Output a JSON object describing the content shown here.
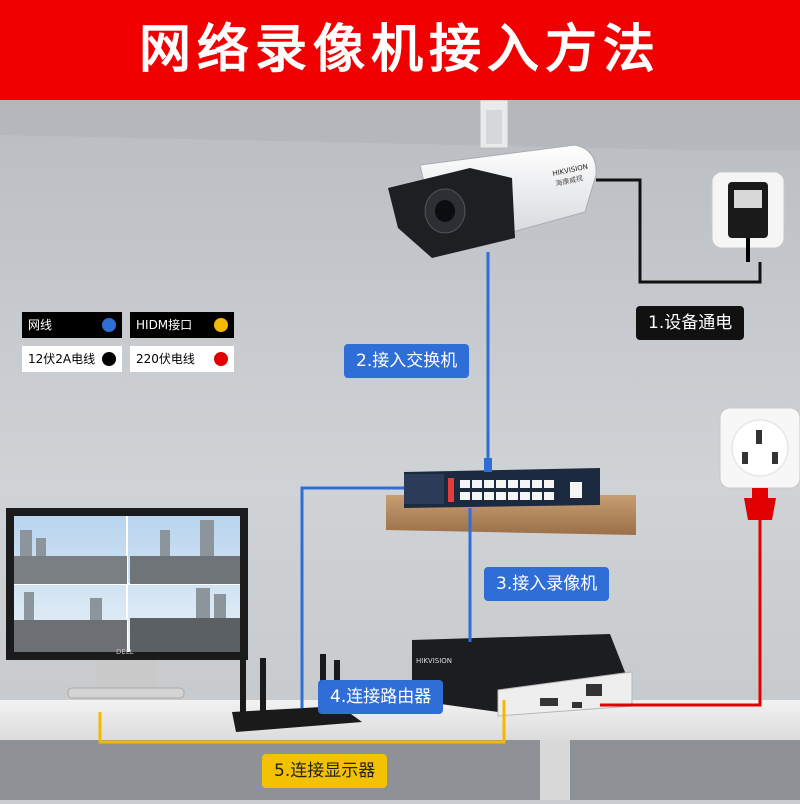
{
  "title": "网络录像机接入方法",
  "legend": [
    {
      "label": "网线",
      "color": "#2f6ed6"
    },
    {
      "label": "HIDM接口",
      "color": "#f5b800"
    },
    {
      "label": "12伏2A电线",
      "color": "#000000"
    },
    {
      "label": "220伏电线",
      "color": "#e00000"
    }
  ],
  "steps": {
    "power": "1.设备通电",
    "switch": "2.接入交换机",
    "nvr": "3.接入录像机",
    "router": "4.连接路由器",
    "monitor": "5.连接显示器"
  },
  "colors": {
    "banner": "#f00000",
    "network_cable": "#2f6ed6",
    "hdmi_cable": "#f5b800",
    "dc_cable": "#000000",
    "ac_cable": "#e00000"
  },
  "brand_marks": {
    "camera": "HIKVISION",
    "camera_sub": "海康威视",
    "nvr": "HIKVISION",
    "monitor": "DELL"
  }
}
